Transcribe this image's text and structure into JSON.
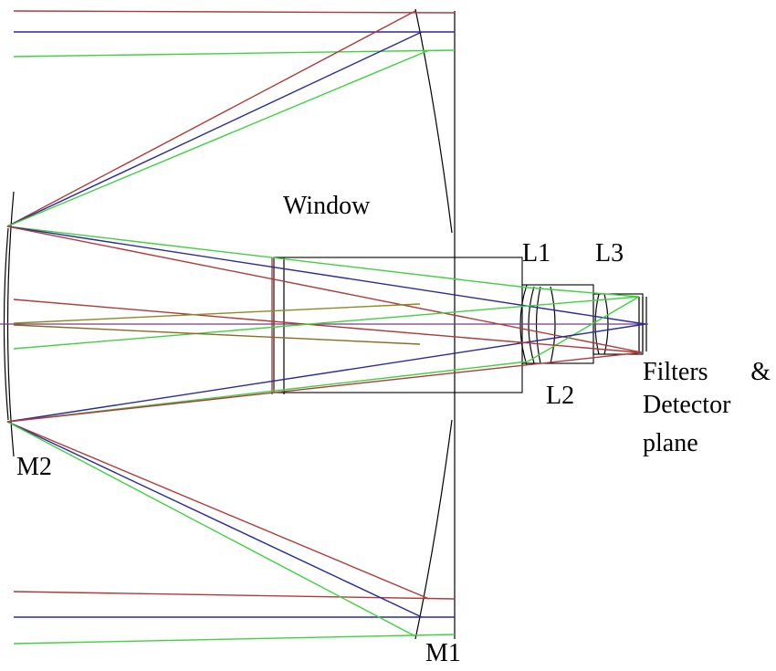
{
  "labels": {
    "window": "Window",
    "l1": "L1",
    "l2": "L2",
    "l3": "L3",
    "filters_line1": "Filters   &",
    "filters_line2": "Detector",
    "filters_line3": "plane",
    "m1": "M1",
    "m2": "M2"
  },
  "colors": {
    "red": "#b03a3a",
    "blue": "#2a2a9a",
    "green": "#3fd23f",
    "olive": "#8a8a20",
    "purple": "#7a3a8a",
    "optics": "#000000"
  }
}
